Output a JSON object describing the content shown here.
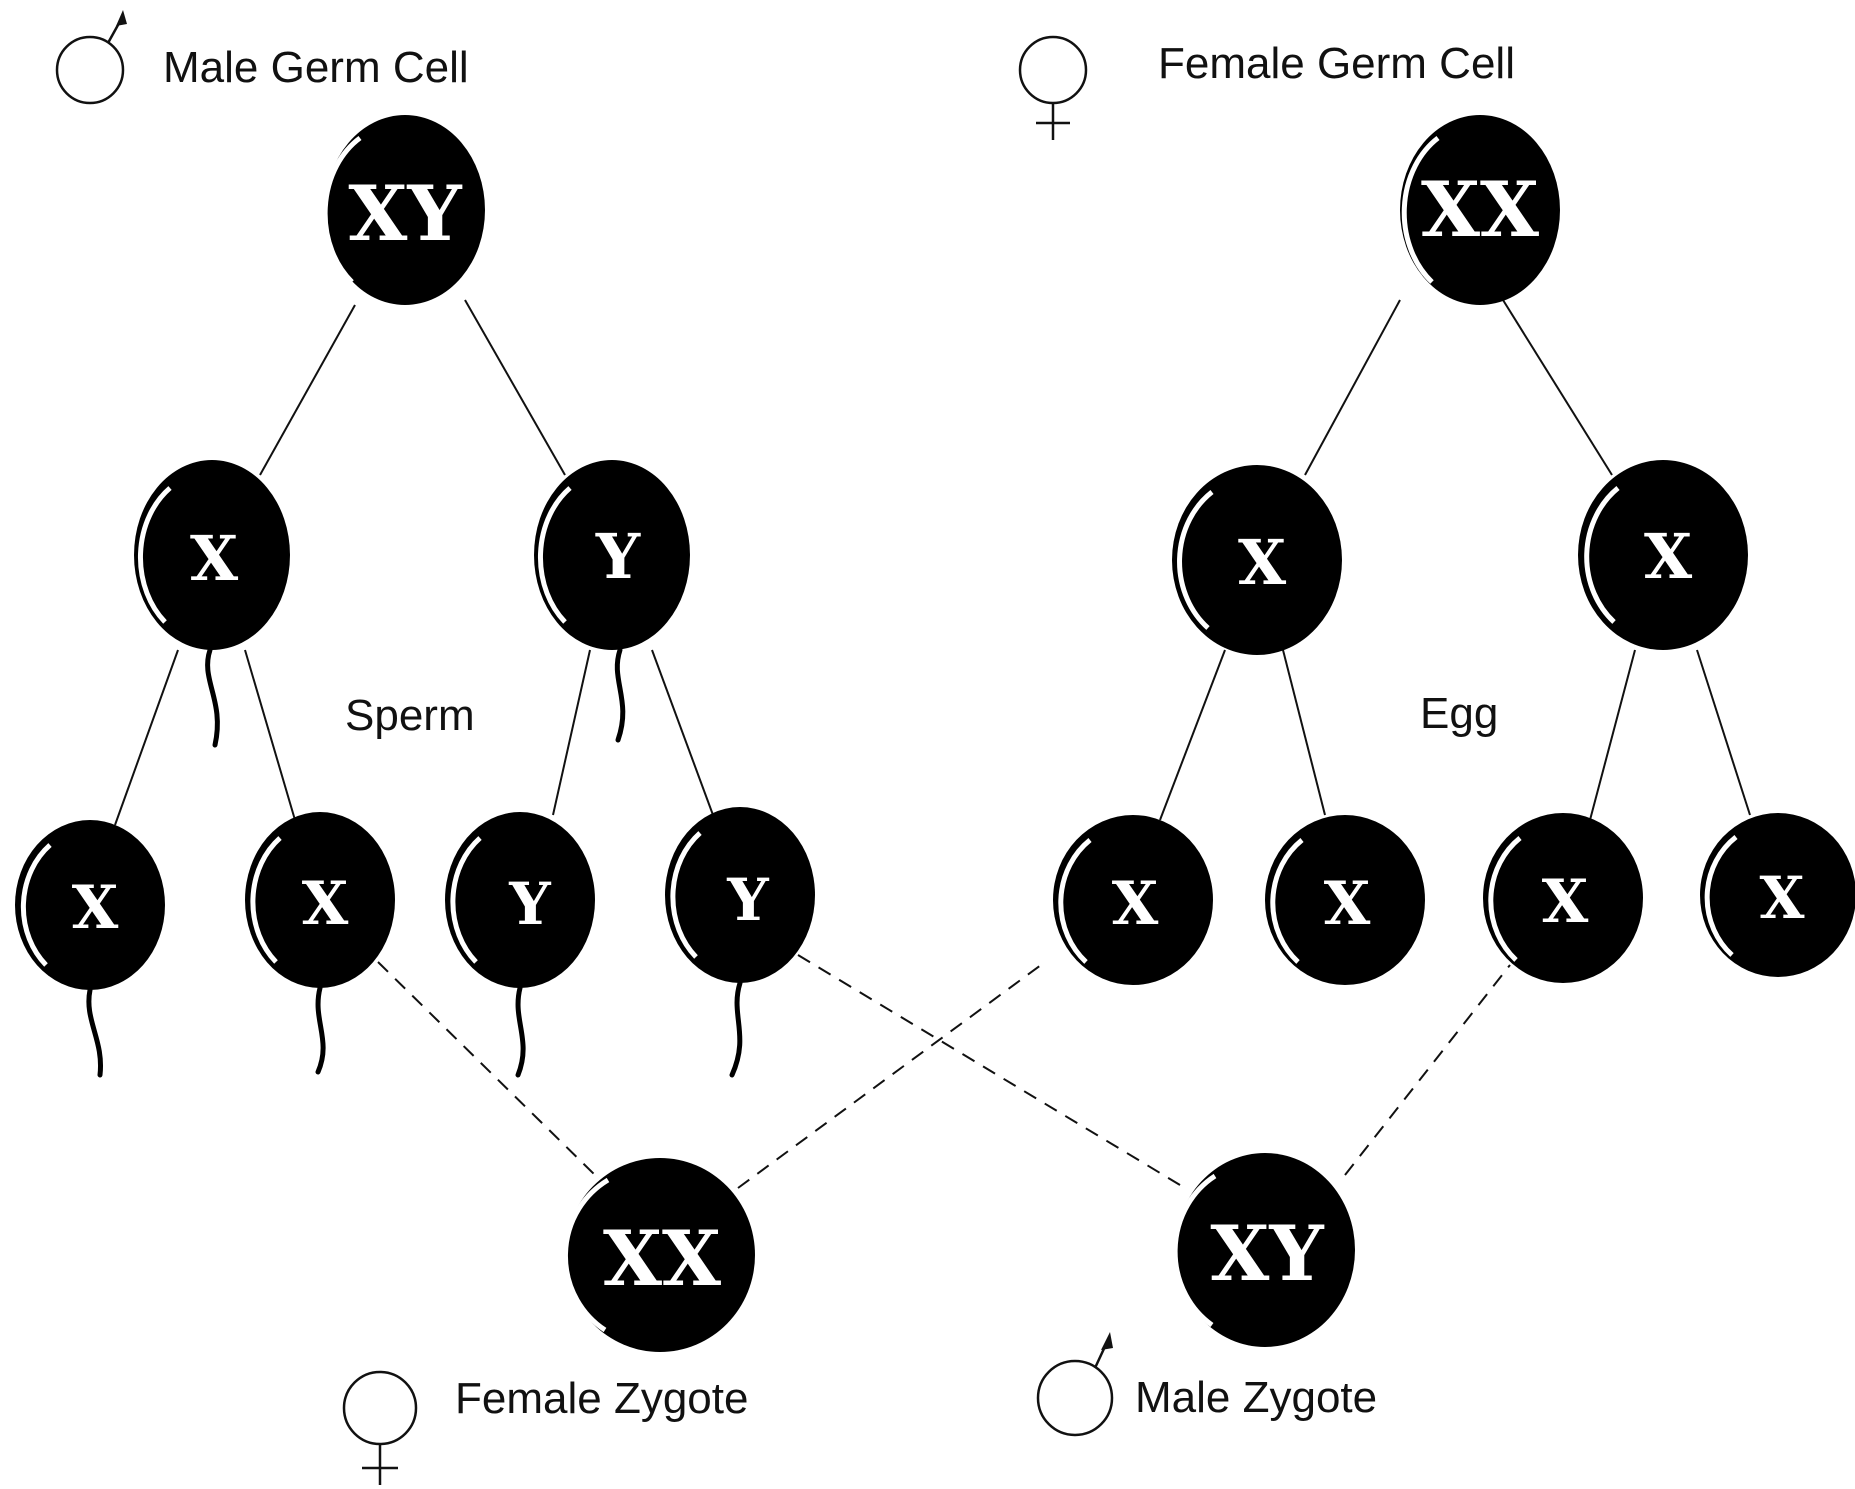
{
  "labels": {
    "male_germ_cell": "Male Germ Cell",
    "female_germ_cell": "Female Germ Cell",
    "sperm": "Sperm",
    "egg": "Egg",
    "female_zygote": "Female Zygote",
    "male_zygote": "Male Zygote"
  },
  "cells": {
    "male_germ": "XY",
    "female_germ": "XX",
    "male_mid_1": "X",
    "male_mid_2": "Y",
    "female_mid_1": "X",
    "female_mid_2": "X",
    "sperm_1": "X",
    "sperm_2": "X",
    "sperm_3": "Y",
    "sperm_4": "Y",
    "egg_1": "X",
    "egg_2": "X",
    "egg_3": "X",
    "egg_4": "X",
    "female_zygote": "XX",
    "male_zygote": "XY"
  },
  "colors": {
    "cell": "#000000",
    "text": "#111111",
    "highlight": "#ffffff"
  }
}
